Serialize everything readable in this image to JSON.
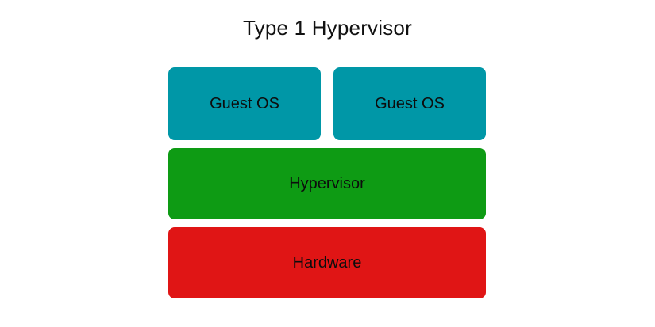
{
  "diagram": {
    "title": "Type 1 Hypervisor",
    "type": "layered-stack-diagram",
    "background_color": "#ffffff",
    "label_color": "#0d0d0d",
    "layers": [
      {
        "name": "guest-os-row",
        "color": "#0097a7",
        "boxes": [
          {
            "label": "Guest OS"
          },
          {
            "label": "Guest OS"
          }
        ]
      },
      {
        "name": "hypervisor-row",
        "color": "#0e9b14",
        "boxes": [
          {
            "label": "Hypervisor"
          }
        ]
      },
      {
        "name": "hardware-row",
        "color": "#e01515",
        "boxes": [
          {
            "label": "Hardware"
          }
        ]
      }
    ]
  }
}
